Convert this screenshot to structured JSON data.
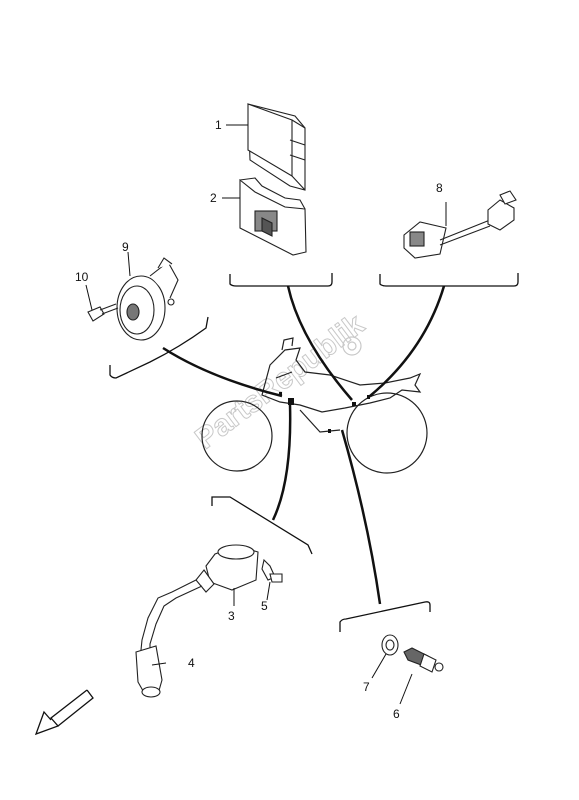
{
  "diagram": {
    "watermark": "PartsRepublik",
    "callouts": [
      {
        "id": "1",
        "label": "1"
      },
      {
        "id": "2",
        "label": "2"
      },
      {
        "id": "3",
        "label": "3"
      },
      {
        "id": "4",
        "label": "4"
      },
      {
        "id": "5",
        "label": "5"
      },
      {
        "id": "6",
        "label": "6"
      },
      {
        "id": "7",
        "label": "7"
      },
      {
        "id": "8",
        "label": "8"
      },
      {
        "id": "9",
        "label": "9"
      },
      {
        "id": "10",
        "label": "10"
      }
    ],
    "parts": [
      {
        "callout": "1",
        "icon": "ecu-module-icon"
      },
      {
        "callout": "2",
        "icon": "ecu-bracket-icon"
      },
      {
        "callout": "3",
        "icon": "ignition-coil-icon"
      },
      {
        "callout": "4",
        "icon": "spark-plug-cap-icon"
      },
      {
        "callout": "5",
        "icon": "coil-bolt-icon"
      },
      {
        "callout": "6",
        "icon": "sensor-switch-icon"
      },
      {
        "callout": "7",
        "icon": "gasket-washer-icon"
      },
      {
        "callout": "8",
        "icon": "sensor-harness-icon"
      },
      {
        "callout": "9",
        "icon": "horn-icon"
      },
      {
        "callout": "10",
        "icon": "horn-bolt-icon"
      }
    ],
    "direction_arrow": "front-arrow-icon"
  }
}
